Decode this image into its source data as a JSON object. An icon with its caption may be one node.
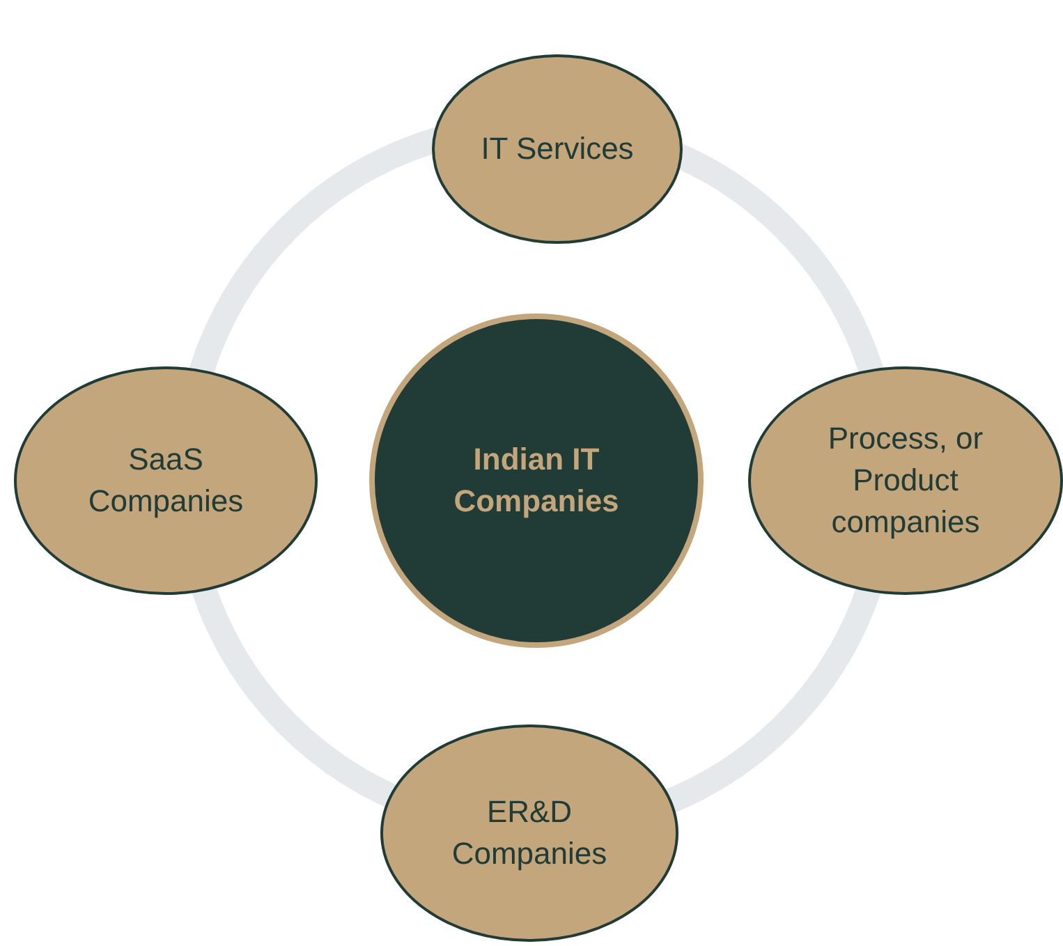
{
  "diagram": {
    "nodes": [
      {
        "text": [
          "IT Services"
        ]
      },
      {
        "text": [
          "SaaS Companies"
        ]
      },
      {
        "text": [
          "Indian IT Companies"
        ]
      },
      {
        "text": [
          "Process, or Product companies"
        ]
      },
      {
        "text": [
          "ER&D Companies"
        ]
      }
    ]
  }
}
